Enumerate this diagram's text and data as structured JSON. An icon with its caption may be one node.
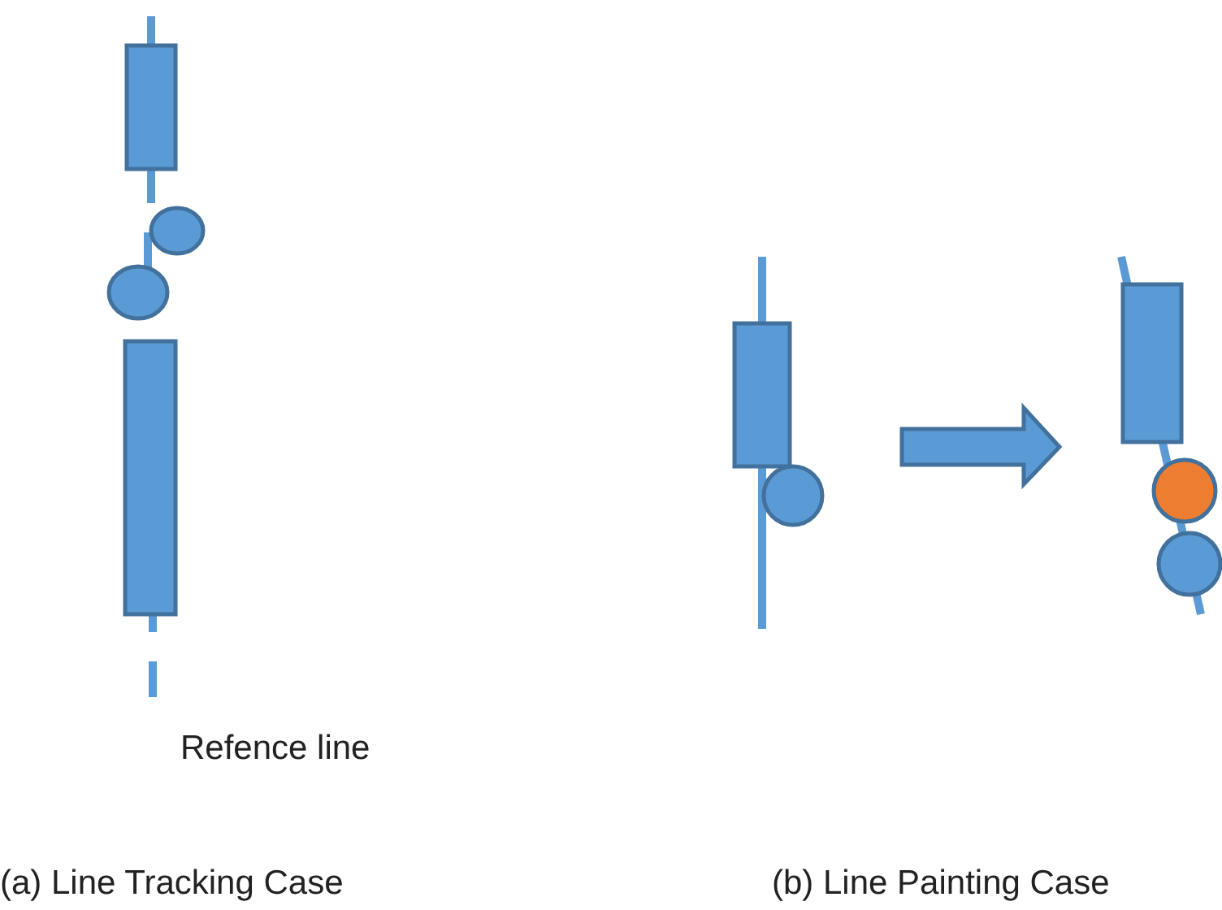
{
  "diagram": {
    "labels": [
      "Refence line",
      "(a) Line Tracking Case",
      "(b) Line Painting Case"
    ]
  }
}
